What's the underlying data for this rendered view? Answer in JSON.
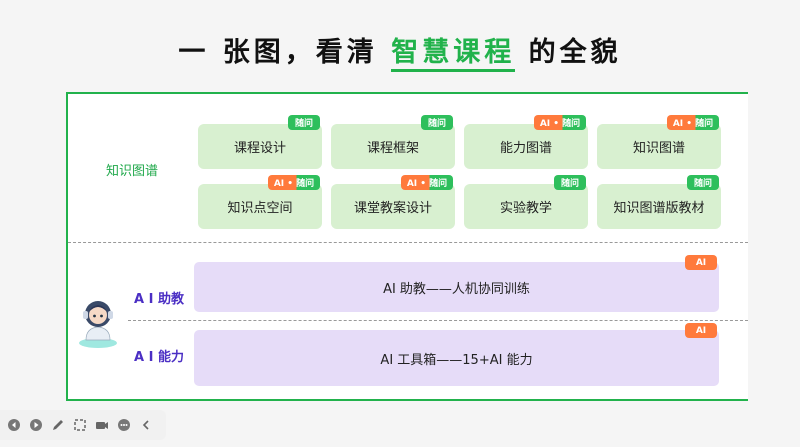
{
  "title": {
    "prefix": "一 张图，看清 ",
    "highlight": "智慧课程",
    "suffix": " 的全貌"
  },
  "sections": {
    "knowledge": {
      "label": "知识图谱"
    },
    "ai_assistant": {
      "label": "A I 助教",
      "bar_text": "AI 助教——人机协同训练",
      "badge": "AI"
    },
    "ai_ability": {
      "label": "A I 能力",
      "bar_text": "AI 工具箱——15+AI 能力",
      "badge": "AI"
    }
  },
  "cards": [
    {
      "label": "课程设计",
      "badge": "随问",
      "badge_type": "green"
    },
    {
      "label": "课程框架",
      "badge": "随问",
      "badge_type": "green"
    },
    {
      "label": "能力图谱",
      "badge": "AI • 随问",
      "badge_type": "ai"
    },
    {
      "label": "知识图谱",
      "badge": "AI • 随问",
      "badge_type": "ai"
    },
    {
      "label": "知识点空间",
      "badge": "AI • 随问",
      "badge_type": "ai"
    },
    {
      "label": "课堂教案设计",
      "badge": "AI • 随问",
      "badge_type": "ai"
    },
    {
      "label": "实验教学",
      "badge": "随问",
      "badge_type": "green"
    },
    {
      "label": "知识图谱版教材",
      "badge": "随问",
      "badge_type": "green"
    }
  ],
  "toolbar": {
    "icons": [
      "prev-icon",
      "play-icon",
      "pen-icon",
      "crop-icon",
      "camera-icon",
      "more-icon",
      "collapse-icon"
    ]
  },
  "colors": {
    "green": "#21b24b",
    "purple": "#4b2fc4",
    "card_green": "#d8f0d0",
    "bar_purple": "#e6dcf8",
    "badge_orange": "#ff7a3c"
  }
}
